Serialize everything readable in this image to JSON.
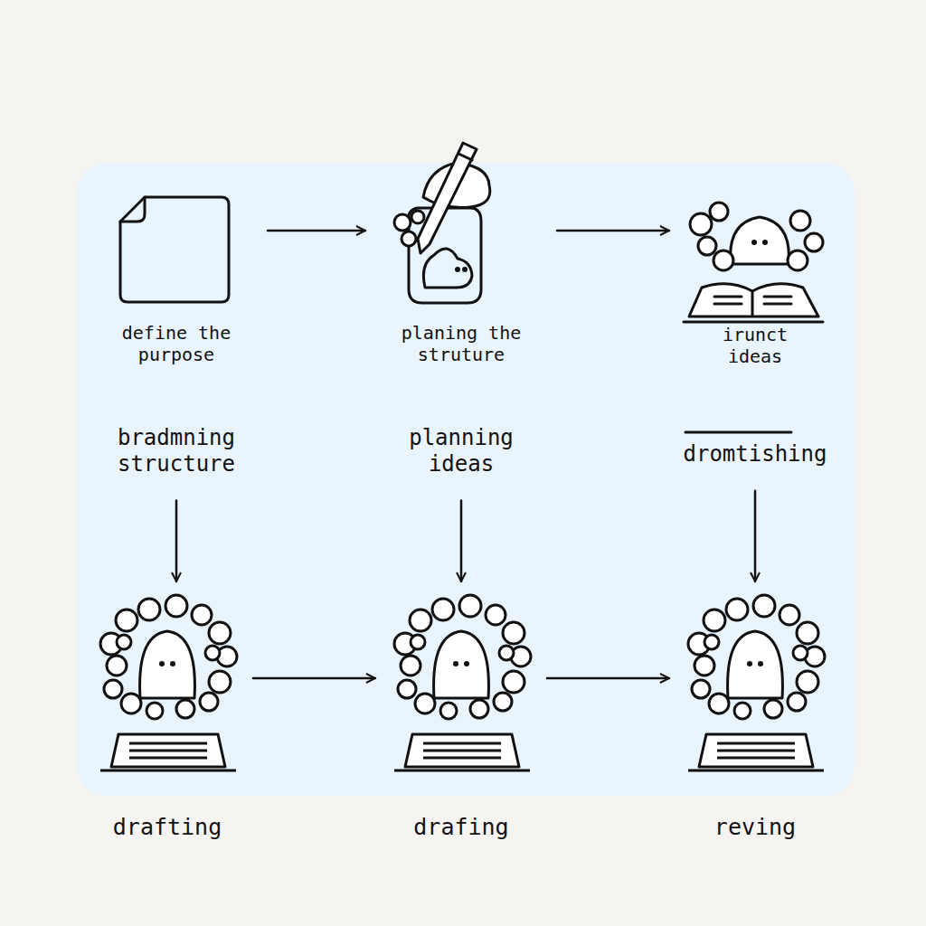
{
  "diagram": {
    "nodes": [
      {
        "text": [
          "define the purpose"
        ]
      },
      {
        "text": [
          "planing the struture"
        ]
      },
      {
        "text": [
          "irunct ideas"
        ]
      },
      {
        "text": [
          "bradmning structure"
        ]
      },
      {
        "text": [
          "planning ideas"
        ]
      },
      {
        "text": [
          "dromtishing"
        ]
      },
      {
        "text": [
          "drafting"
        ]
      },
      {
        "text": [
          "drafing"
        ]
      },
      {
        "text": [
          "reving"
        ]
      }
    ],
    "edges": [
      {
        "from": 0,
        "to": 1,
        "arrow": "to"
      },
      {
        "from": 1,
        "to": 2,
        "arrow": "to"
      },
      {
        "from": 3,
        "to": 6,
        "arrow": "to"
      },
      {
        "from": 4,
        "to": 7,
        "arrow": "to"
      },
      {
        "from": 5,
        "to": 8,
        "arrow": "to"
      },
      {
        "from": 6,
        "to": 7,
        "arrow": "to"
      },
      {
        "from": 7,
        "to": 8,
        "arrow": "to"
      }
    ]
  }
}
